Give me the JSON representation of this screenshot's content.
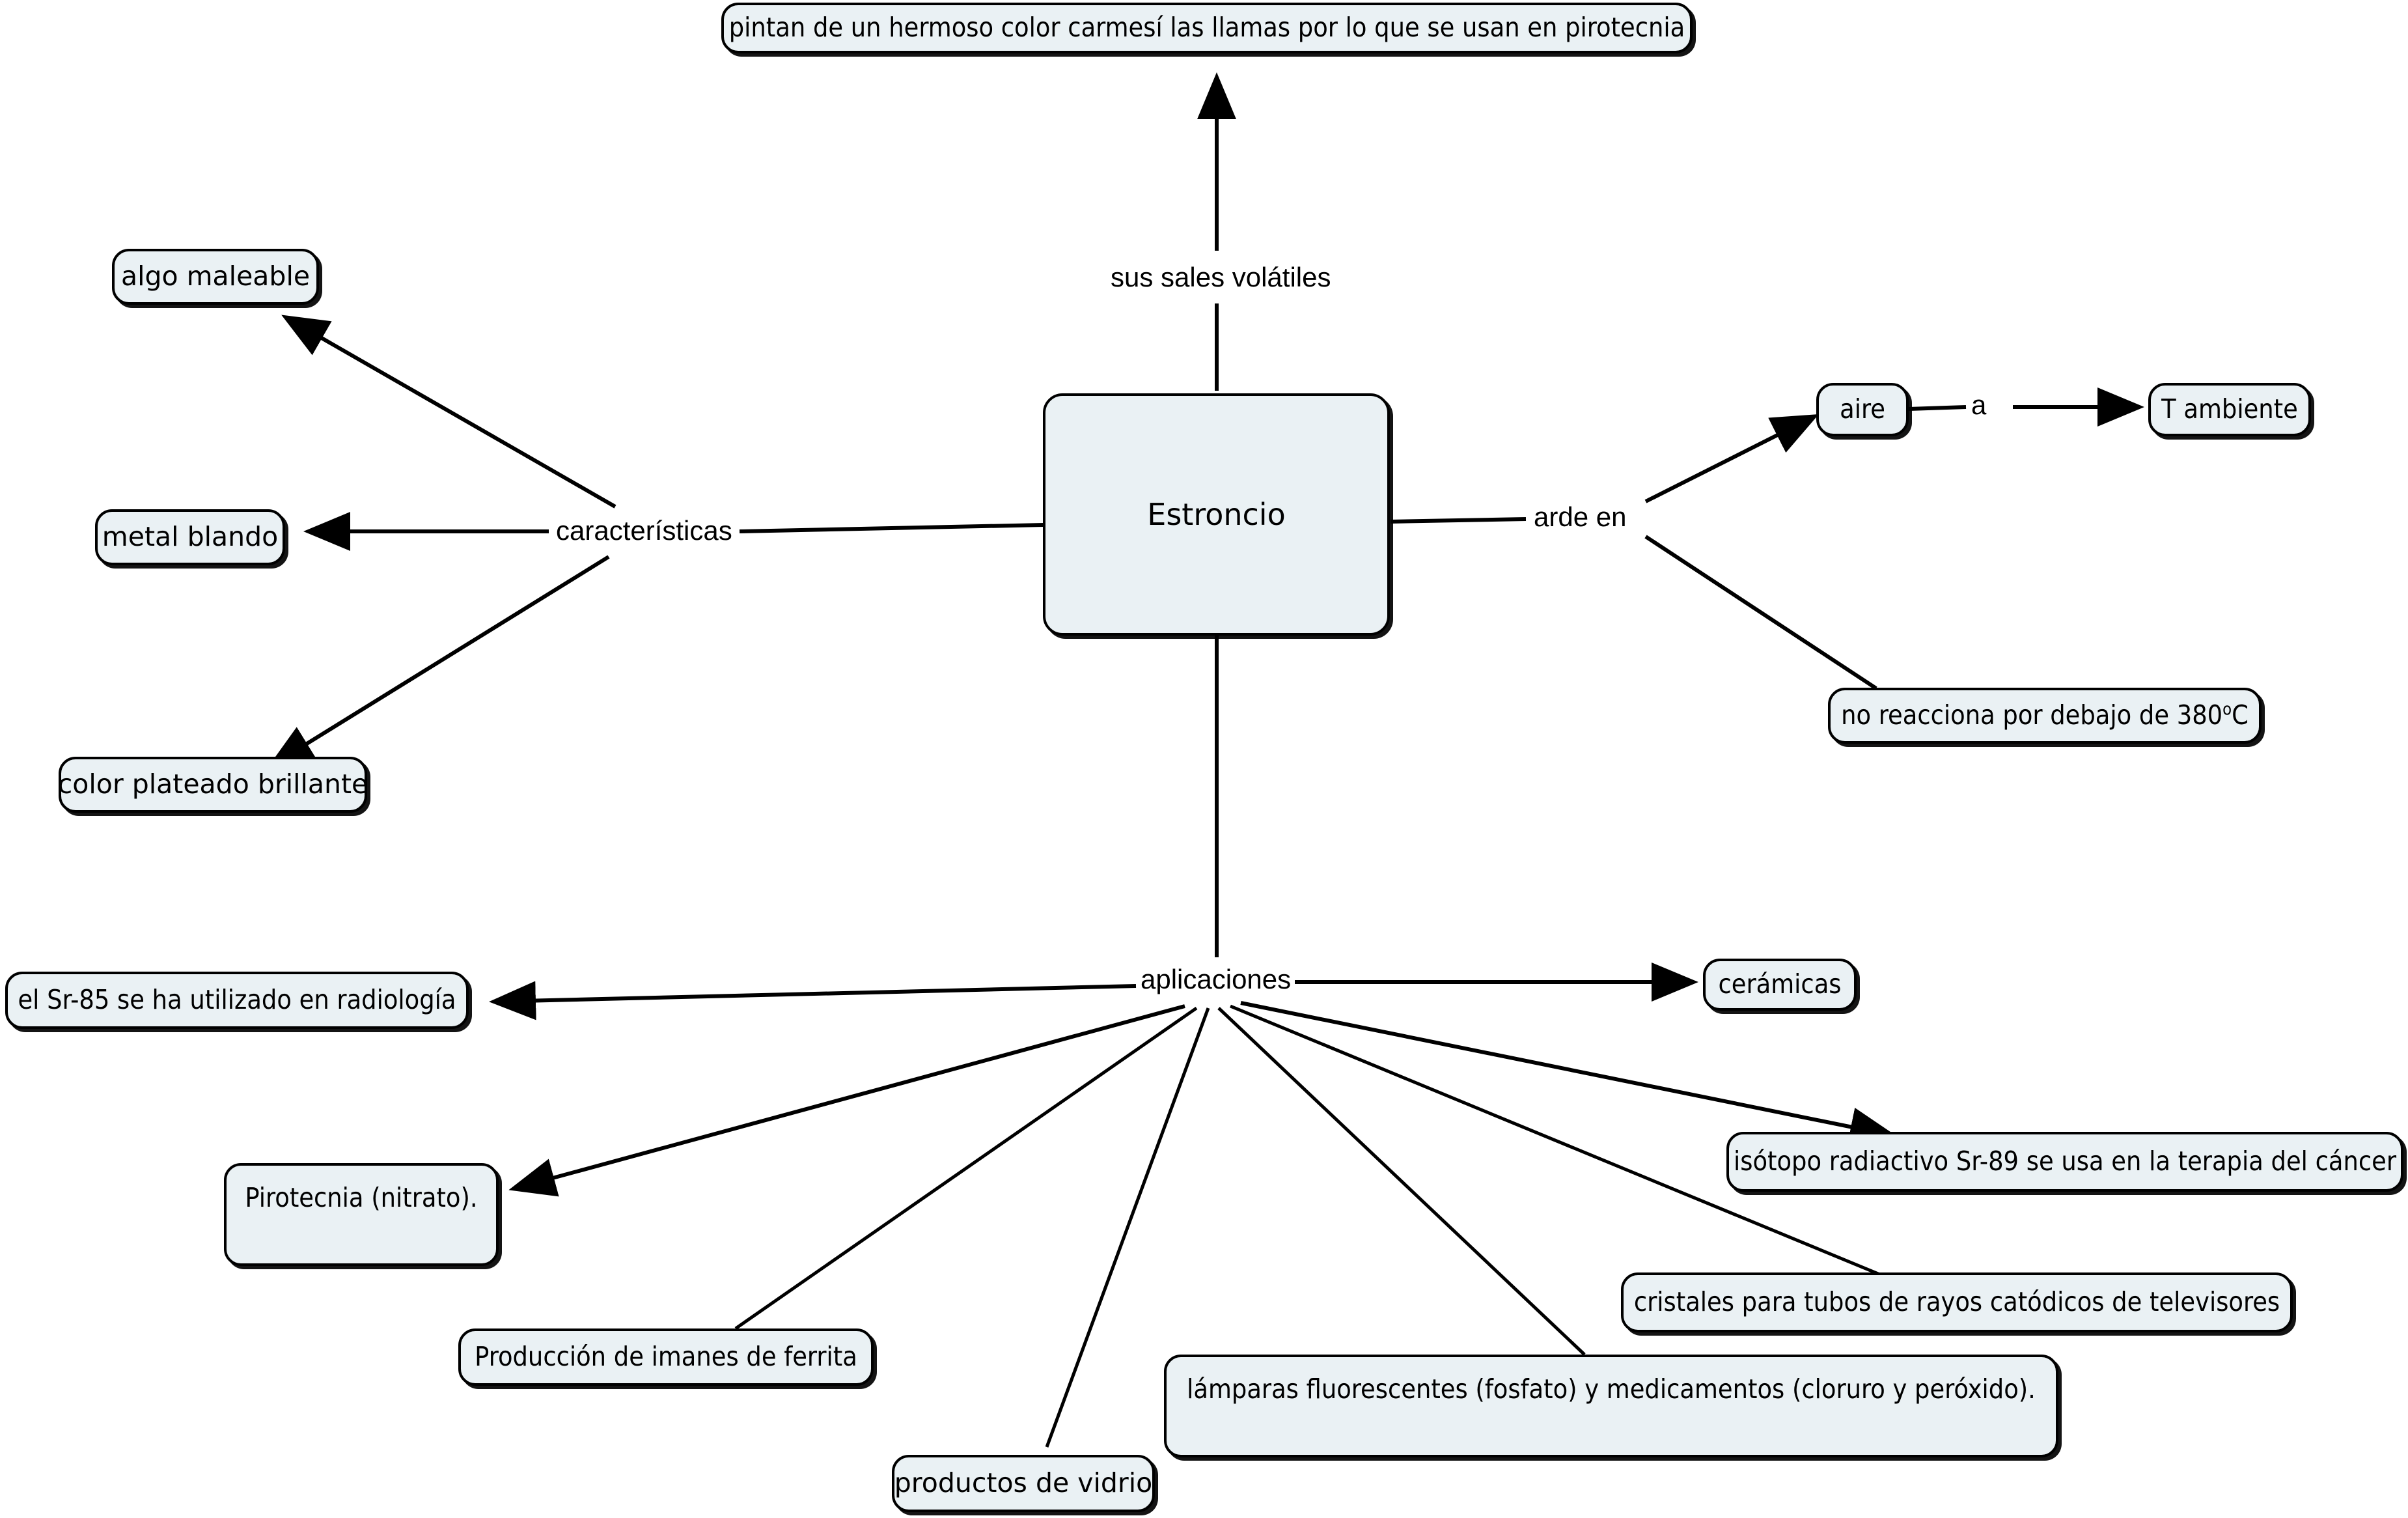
{
  "diagram": {
    "title": "Estroncio",
    "type": "concept-map",
    "background_color": "#ffffff",
    "node_fill": "#eaf1f4",
    "node_border": "#000000",
    "edge_color": "#000000"
  },
  "root": {
    "label": "Estroncio"
  },
  "link_labels": {
    "sus_sales_volatiles": "sus sales volátiles",
    "caracteristicas": "características",
    "arde_en": "arde en",
    "aplicaciones": "aplicaciones",
    "a": "a"
  },
  "nodes": {
    "pintan": "pintan de un hermoso color carmesí las llamas por lo que se usan en pirotecnia",
    "algo_maleable": "algo maleable",
    "metal_blando": "metal blando",
    "color_plateado": "color plateado brillante",
    "aire": "aire",
    "t_ambiente": "T ambiente",
    "no_reacciona_pre": "no reacciona por debajo de 380",
    "no_reacciona_sup": "o",
    "no_reacciona_post": "C",
    "sr85": "el Sr-85 se ha utilizado en radiología",
    "pirotecnia": "Pirotecnia (nitrato).",
    "imanes": "Producción de imanes de ferrita",
    "vidrio": "productos de vidrio",
    "lamparas": "lámparas fluorescentes (fosfato) y medicamentos (cloruro y peróxido).",
    "cristales": "cristales para tubos de rayos catódicos de televisores",
    "sr89": "isótopo radiactivo Sr-89 se usa en la terapia del cáncer",
    "ceramicas": "cerámicas"
  },
  "relations": [
    {
      "from": "Estroncio",
      "label": "sus sales volátiles",
      "to": "pintan de un hermoso color carmesí las llamas por lo que se usan en pirotecnia"
    },
    {
      "from": "Estroncio",
      "label": "características",
      "to": "algo maleable"
    },
    {
      "from": "Estroncio",
      "label": "características",
      "to": "metal blando"
    },
    {
      "from": "Estroncio",
      "label": "características",
      "to": "color plateado brillante"
    },
    {
      "from": "Estroncio",
      "label": "arde en",
      "to": "aire"
    },
    {
      "from": "Estroncio",
      "label": "arde en",
      "to": "no reacciona por debajo de 380oC"
    },
    {
      "from": "aire",
      "label": "a",
      "to": "T ambiente"
    },
    {
      "from": "Estroncio",
      "label": "aplicaciones",
      "to": "el Sr-85 se ha utilizado en radiología"
    },
    {
      "from": "Estroncio",
      "label": "aplicaciones",
      "to": "Pirotecnia (nitrato)."
    },
    {
      "from": "Estroncio",
      "label": "aplicaciones",
      "to": "Producción de imanes de ferrita"
    },
    {
      "from": "Estroncio",
      "label": "aplicaciones",
      "to": "productos de vidrio"
    },
    {
      "from": "Estroncio",
      "label": "aplicaciones",
      "to": "lámparas fluorescentes (fosfato) y medicamentos (cloruro y peróxido)."
    },
    {
      "from": "Estroncio",
      "label": "aplicaciones",
      "to": "cristales para tubos de rayos catódicos de televisores"
    },
    {
      "from": "Estroncio",
      "label": "aplicaciones",
      "to": "isótopo radiactivo Sr-89 se usa en la terapia del cáncer"
    },
    {
      "from": "Estroncio",
      "label": "aplicaciones",
      "to": "cerámicas"
    }
  ]
}
